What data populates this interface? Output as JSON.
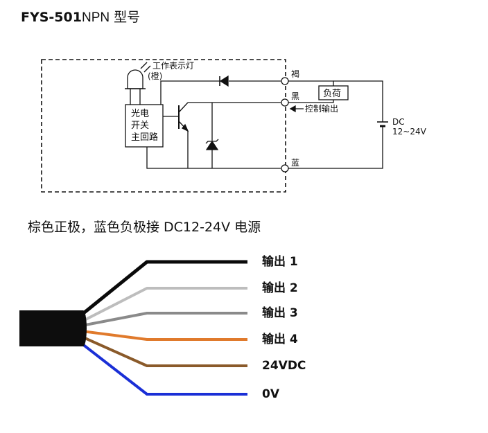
{
  "title": {
    "model": "FYS-501",
    "type": "NPN",
    "suffix": "型号"
  },
  "circuit": {
    "indicator_label": "工作表示灯",
    "indicator_color": "(橙)",
    "main_circuit": [
      "光电",
      "开关",
      "主回路"
    ],
    "terminal_brown": "褐",
    "terminal_black": "黑",
    "terminal_blue": "蓝",
    "load_label": "负荷",
    "control_output_label": "控制输出",
    "supply_label": "DC",
    "supply_voltage": "12~24V"
  },
  "wiring_note": "棕色正极，蓝色负极接 DC12-24V 电源",
  "wires": [
    {
      "label": "输出 1",
      "color": "#0a0a0a"
    },
    {
      "label": "输出 2",
      "color": "#bdbdbd"
    },
    {
      "label": "输出 3",
      "color": "#8a8a8a"
    },
    {
      "label": "输出 4",
      "color": "#e07a2c"
    },
    {
      "label": "24VDC",
      "color": "#8a5a2a"
    },
    {
      "label": "0V",
      "color": "#1a2fd6"
    }
  ],
  "cable_color": "#0d0d0d"
}
